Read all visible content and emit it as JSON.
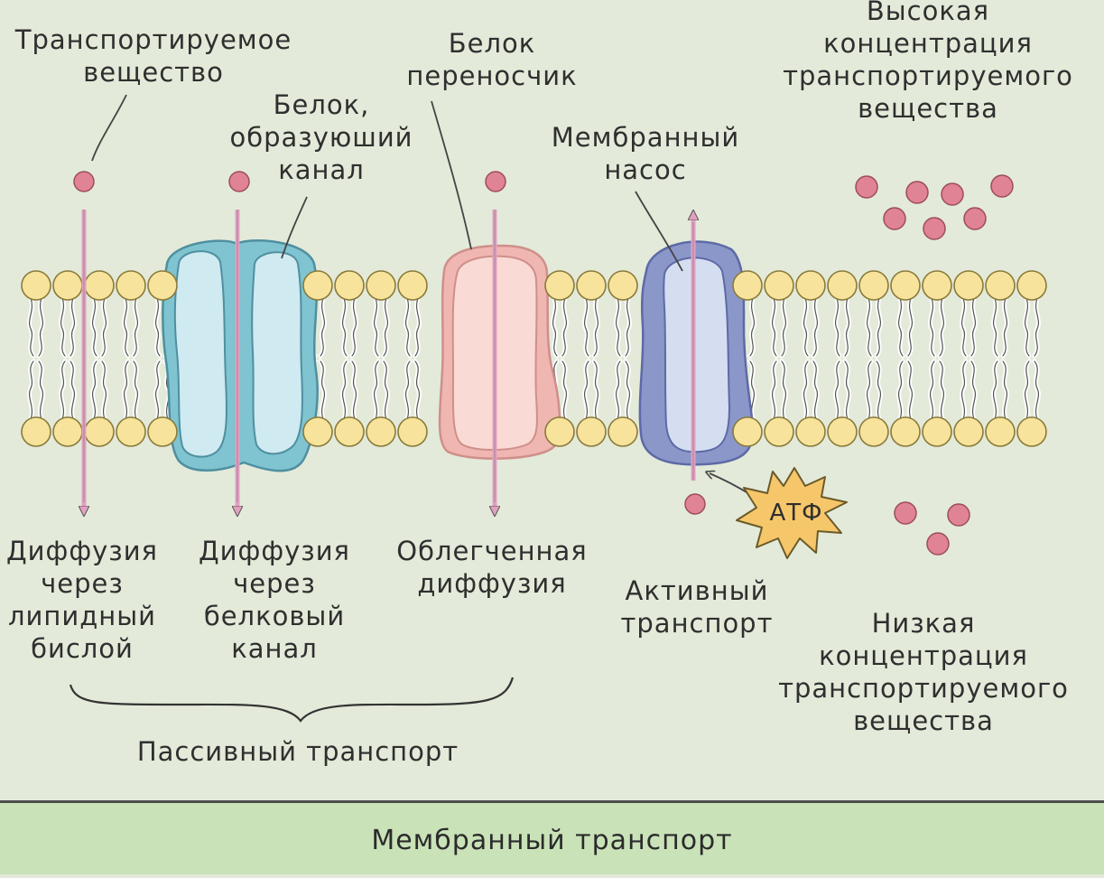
{
  "labels": {
    "substance": [
      "Транспортируемое",
      "вещество"
    ],
    "channel_protein": [
      "Белок,",
      "образуюший",
      "канал"
    ],
    "carrier_protein": [
      "Белок",
      "переносчик"
    ],
    "membrane_pump": [
      "Мембранный",
      "насос"
    ],
    "high_concentration": [
      "Высокая",
      "концентрация",
      "транспортируемого",
      "вещества"
    ],
    "low_concentration": [
      "Низкая",
      "концентрация",
      "транспортируемого",
      "вещества"
    ],
    "diffusion_lipid": [
      "Диффузия",
      "через",
      "липидный",
      "бислой"
    ],
    "diffusion_channel": [
      "Диффузия",
      "через",
      "белковый",
      "канал"
    ],
    "facilitated": [
      "Облегченная",
      "диффузия"
    ],
    "active": [
      "Активный",
      "транспорт"
    ],
    "passive": "Пассивный транспорт",
    "atp": "АТФ"
  },
  "footer": {
    "title": "Мембранный транспорт"
  },
  "colors": {
    "background": "#e3ead9",
    "footer": "#c9e2b8",
    "lipid_head": "#f7e39b",
    "molecule": "#e08394",
    "arrow": "#e2a0c1",
    "channel_outer": "#7fc4d0",
    "channel_inner": "#cfeaf0",
    "carrier_outer": "#f0b6b2",
    "carrier_inner": "#fadad4",
    "pump_outer": "#8b97c9",
    "pump_inner": "#d5def0",
    "atp": "#f6c76a"
  }
}
